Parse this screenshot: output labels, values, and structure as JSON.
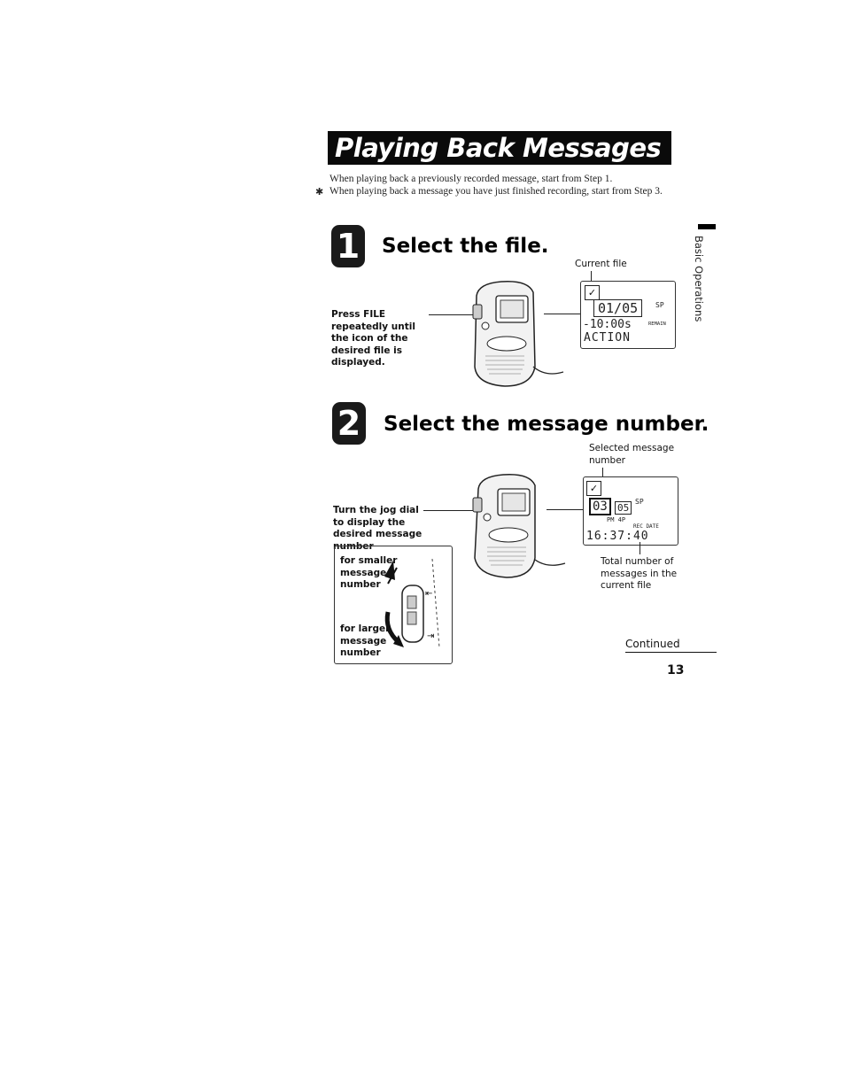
{
  "header": {
    "title": "Playing Back Messages"
  },
  "intro": {
    "line1": "When playing back a previously recorded message, start from Step 1.",
    "tip": "When playing back a message you have just finished recording, start from Step 3."
  },
  "side_tab": {
    "label": "Basic Operations"
  },
  "step1": {
    "number": "1",
    "title": "Select the file.",
    "instruction": "Press FILE repeatedly until the icon of the desired file is displayed.",
    "callout": "Current file",
    "lcd": {
      "file_indicator": "✓",
      "counter": "01/05",
      "speed": "SP",
      "time": "-10:00s",
      "remain": "REMAIN",
      "file_name": "ACTION"
    }
  },
  "step2": {
    "number": "2",
    "title": "Select the message number.",
    "instruction": "Turn the jog dial to display the desired message number",
    "callout_top": "Selected message number",
    "callout_bottom": "Total number of messages in the current file",
    "lcd": {
      "file_indicator": "✓",
      "counter_sel": "03",
      "counter_total": "05",
      "speed": "SP",
      "small": "PM 4P",
      "rec_date": "REC DATE",
      "time": "16:37:40"
    },
    "jog": {
      "smaller": "for smaller message number",
      "larger": "for larger message number"
    }
  },
  "footer": {
    "continued": "Continued",
    "page_number": "13"
  }
}
